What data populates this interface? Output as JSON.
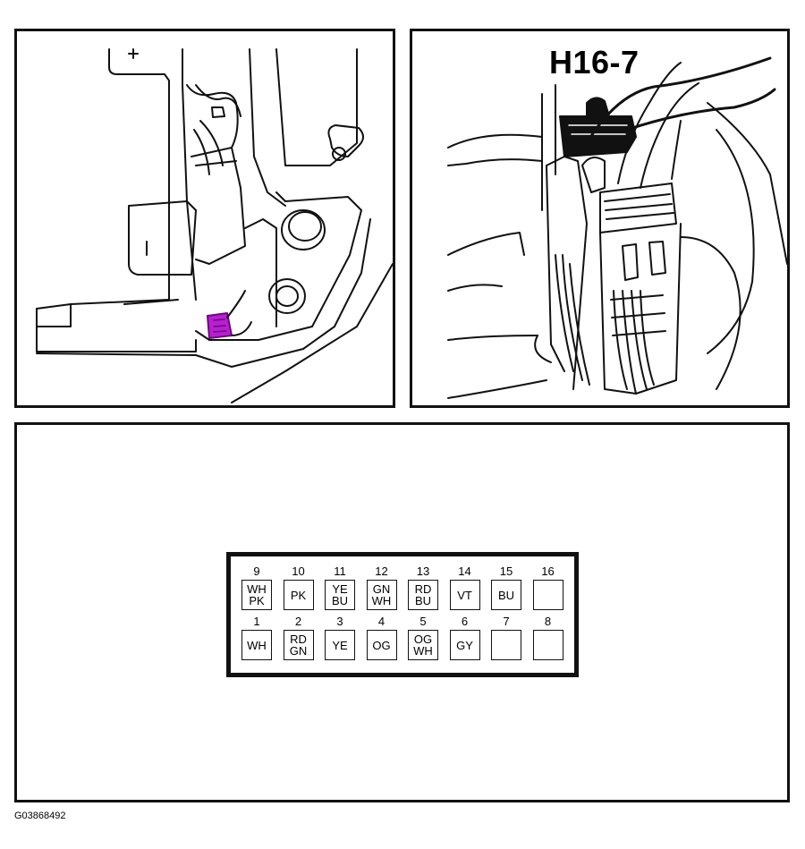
{
  "connector": {
    "title": "H16-7",
    "top_row": [
      {
        "pin": "9",
        "colors": [
          "WH",
          "PK"
        ]
      },
      {
        "pin": "10",
        "colors": [
          "PK"
        ]
      },
      {
        "pin": "11",
        "colors": [
          "YE",
          "BU"
        ]
      },
      {
        "pin": "12",
        "colors": [
          "GN",
          "WH"
        ]
      },
      {
        "pin": "13",
        "colors": [
          "RD",
          "BU"
        ]
      },
      {
        "pin": "14",
        "colors": [
          "VT"
        ]
      },
      {
        "pin": "15",
        "colors": [
          "BU"
        ]
      },
      {
        "pin": "16",
        "colors": []
      }
    ],
    "bottom_row": [
      {
        "pin": "1",
        "colors": [
          "WH"
        ]
      },
      {
        "pin": "2",
        "colors": [
          "RD",
          "GN"
        ]
      },
      {
        "pin": "3",
        "colors": [
          "YE"
        ]
      },
      {
        "pin": "4",
        "colors": [
          "OG"
        ]
      },
      {
        "pin": "5",
        "colors": [
          "OG",
          "WH"
        ]
      },
      {
        "pin": "6",
        "colors": [
          "GY"
        ]
      },
      {
        "pin": "7",
        "colors": []
      },
      {
        "pin": "8",
        "colors": []
      }
    ]
  },
  "figure_id": "G03868492",
  "highlight_color": "#b81fd1"
}
